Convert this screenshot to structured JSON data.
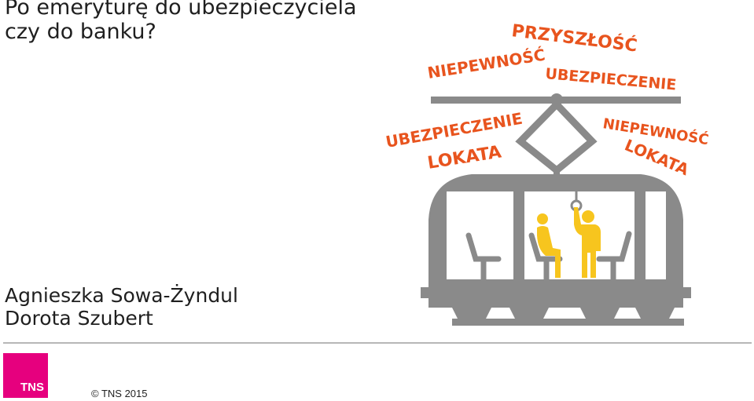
{
  "title": {
    "line1": "Po emeryturę do ubezpieczyciela",
    "line2": "czy do banku?"
  },
  "authors": [
    "Agnieszka Sowa-Żyndul",
    "Dorota Szubert"
  ],
  "logo": {
    "text": "TNS",
    "color": "#e6007e"
  },
  "copyright": "© TNS 2015",
  "illustration": {
    "words": [
      "PRZYSZŁOŚĆ",
      "NIEPEWNOŚĆ",
      "UBEZPIECZENIE",
      "UBEZPIECZENIE",
      "LOKATA",
      "NIEPEWNOŚĆ",
      "LOKATA"
    ],
    "word_color": "#e8541e",
    "tram_color": "#8a8a8a",
    "figure_color": "#f7c51e"
  }
}
